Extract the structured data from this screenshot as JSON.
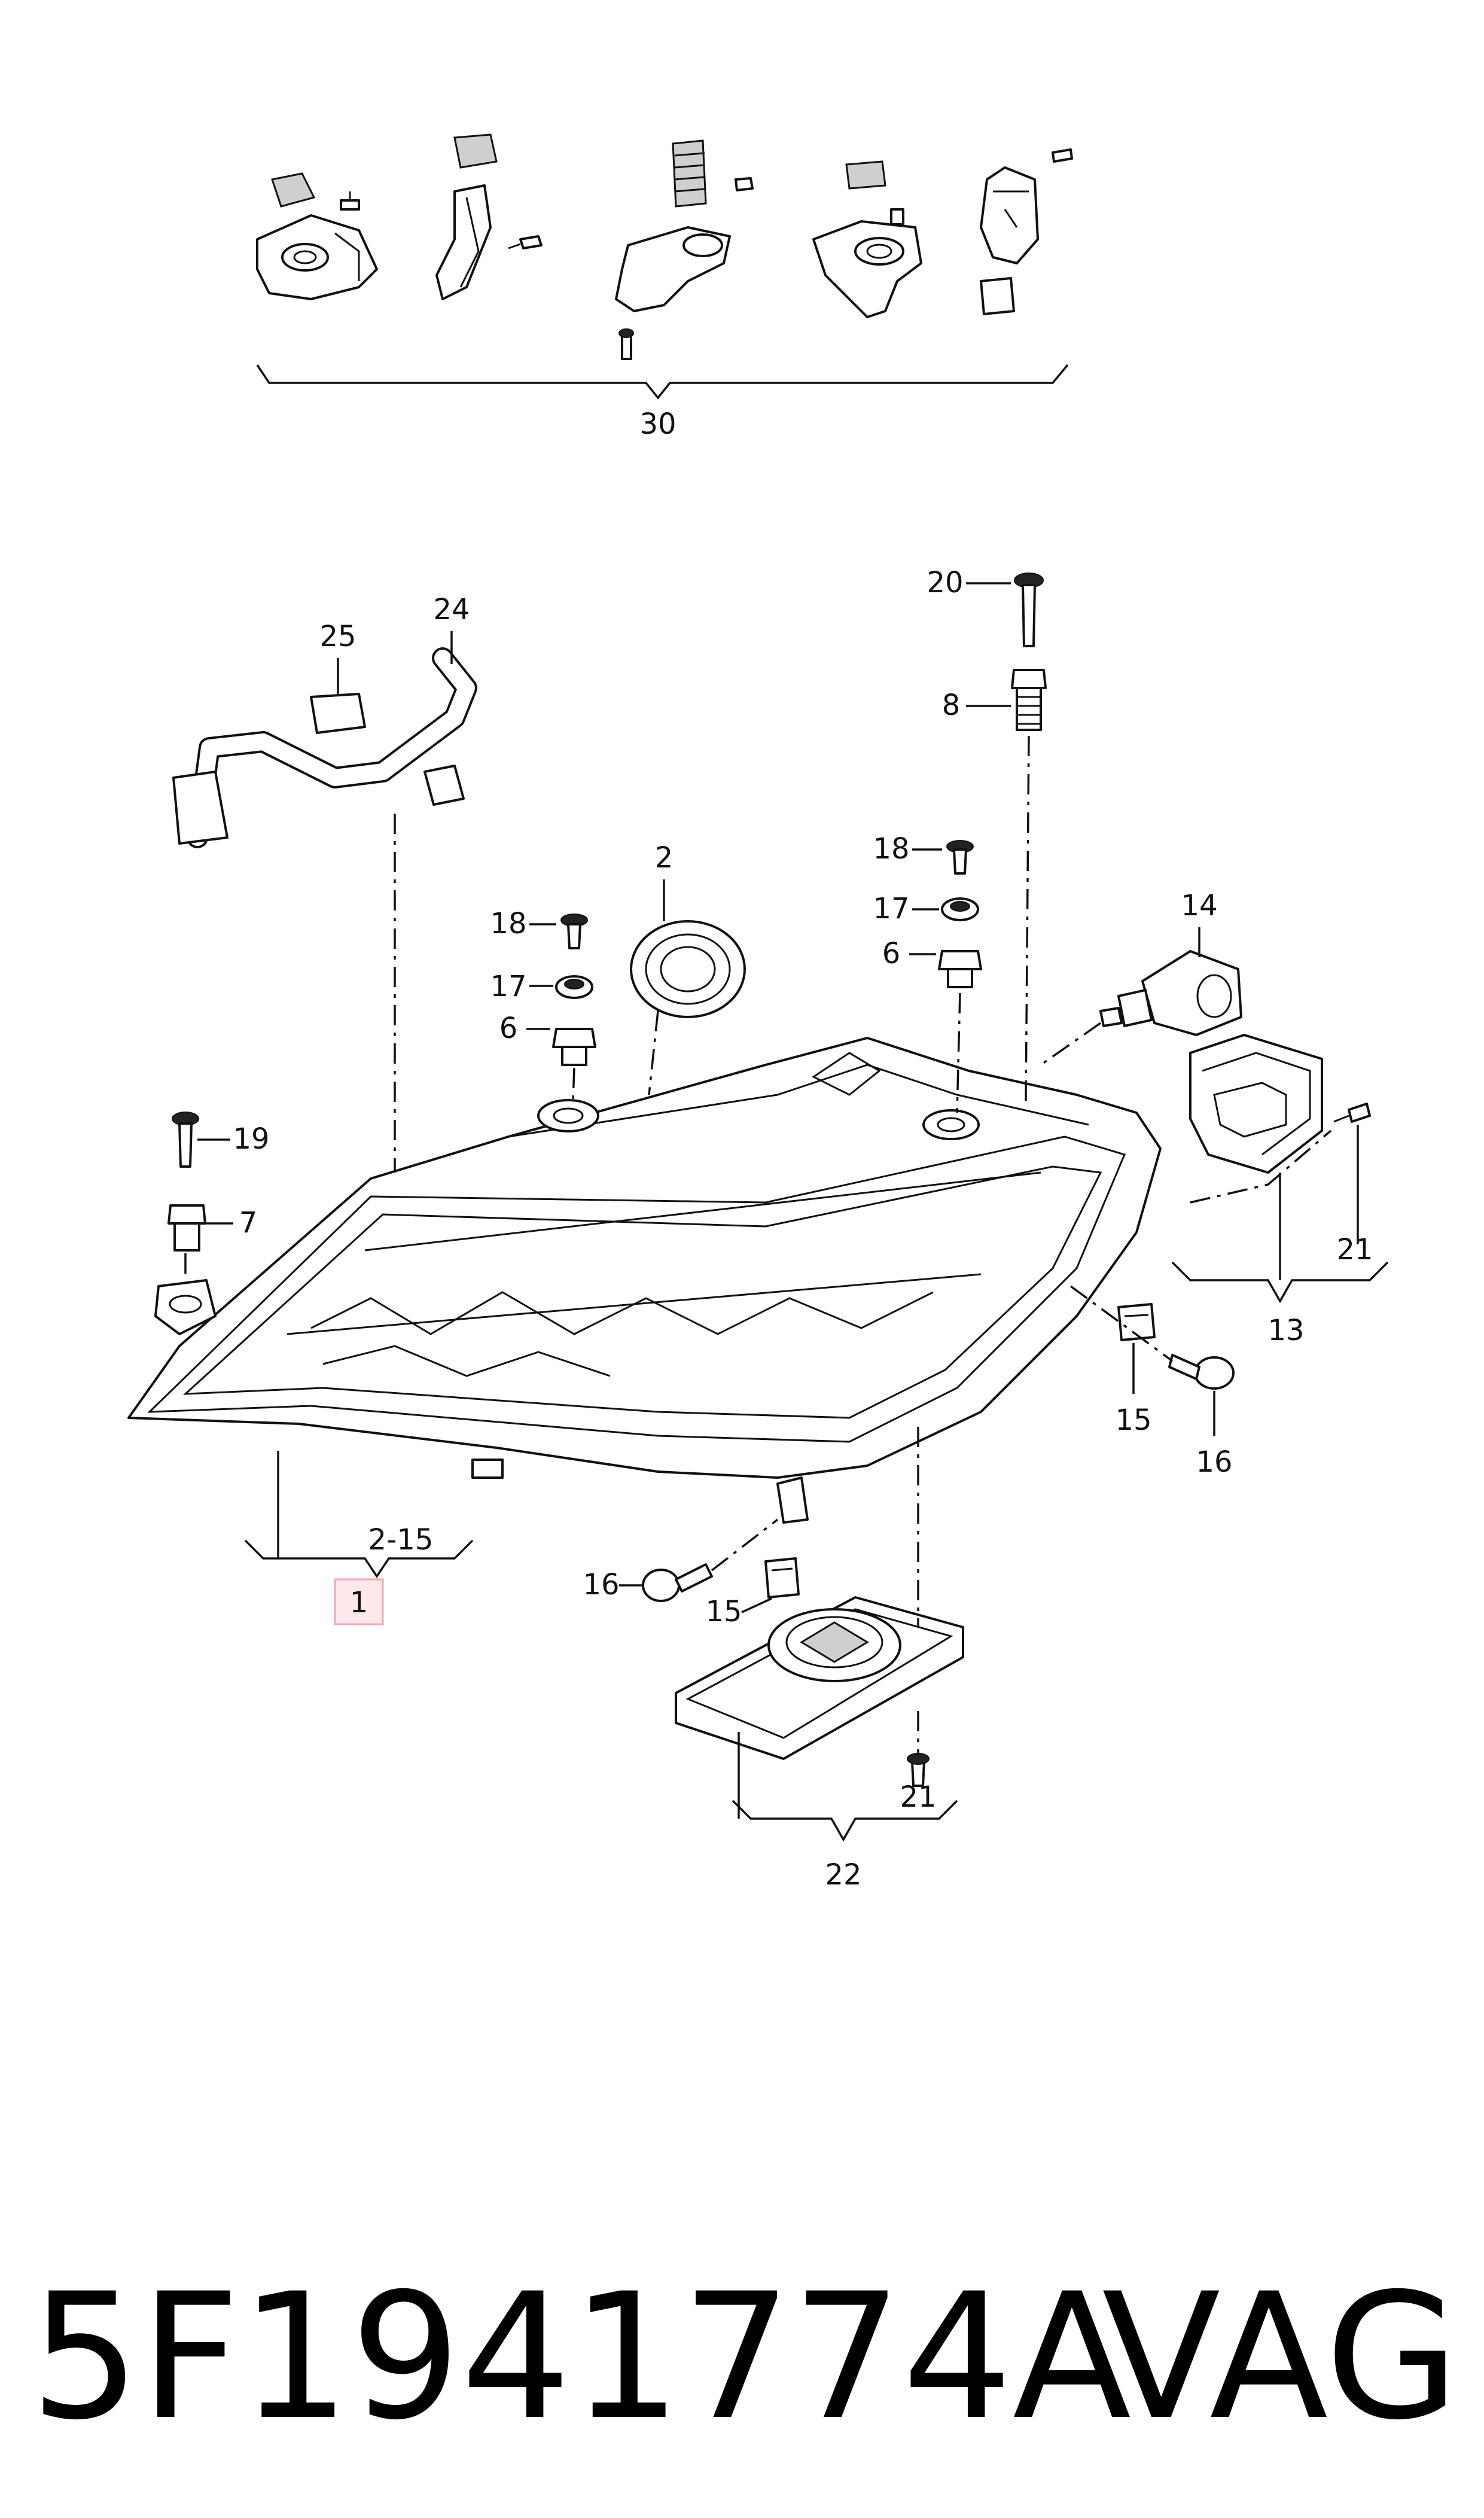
{
  "diagram": {
    "callouts": {
      "c30": "30",
      "c25": "25",
      "c24": "24",
      "c20": "20",
      "c8": "8",
      "c2": "2",
      "c18a": "18",
      "c18b": "18",
      "c17a": "17",
      "c17b": "17",
      "c6a": "6",
      "c6b": "6",
      "c14": "14",
      "c19": "19",
      "c7": "7",
      "c21a": "21",
      "c13": "13",
      "c15a": "15",
      "c16a": "16",
      "c215": "2-15",
      "c1": "1",
      "c16b": "16",
      "c15b": "15",
      "c21b": "21",
      "c22": "22"
    },
    "highlight_color": "#f4a6b4"
  },
  "footer": {
    "part_number": "5F1941774A",
    "brand": "VAG"
  }
}
